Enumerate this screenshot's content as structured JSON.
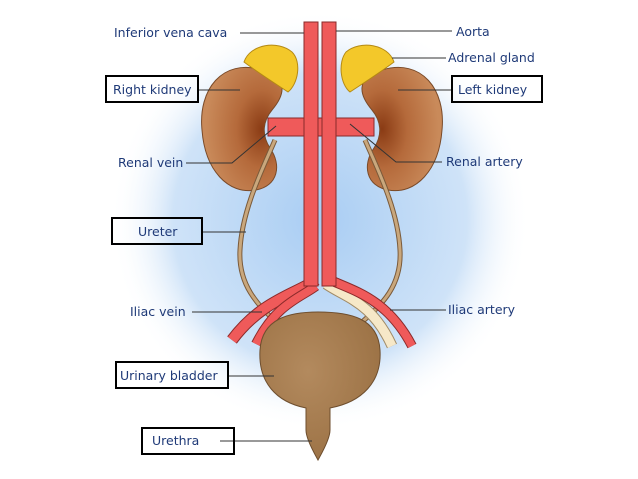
{
  "labels": {
    "inferior_vena_cava": "Inferior vena cava",
    "aorta": "Aorta",
    "adrenal_gland": "Adrenal gland",
    "right_kidney": "Right kidney",
    "left_kidney": "Left kidney",
    "renal_vein": "Renal vein",
    "renal_artery": "Renal artery",
    "ureter": "Ureter",
    "iliac_vein": "Iliac vein",
    "iliac_artery": "Iliac artery",
    "urinary_bladder": "Urinary bladder",
    "urethra": "Urethra"
  },
  "colors": {
    "label_text": "#1f3a78",
    "kidney": "#b8693a",
    "kidney_dark": "#7a3414",
    "adrenal": "#f3c82a",
    "artery": "#ef5a5a",
    "vein_pale": "#f6e8c8",
    "bladder": "#a87c4f",
    "ureter": "#b9966a",
    "background_glow": "#bcd8f5"
  }
}
